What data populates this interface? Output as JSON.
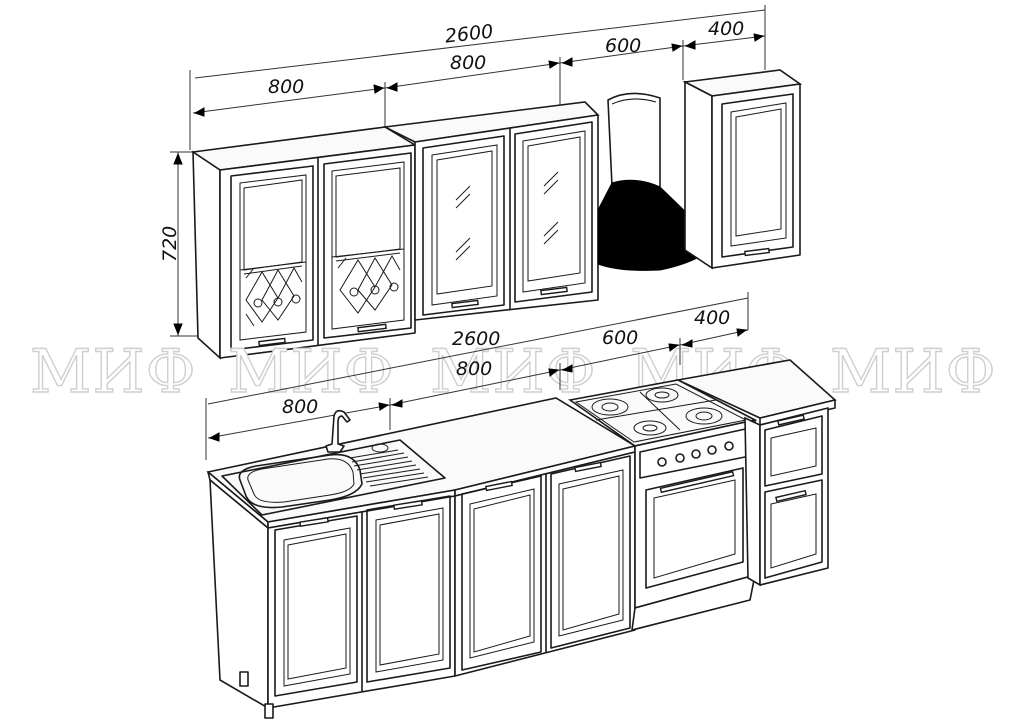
{
  "dimensions": {
    "upper_total": "2600",
    "upper_left": "800",
    "upper_mid": "800",
    "upper_hood": "600",
    "upper_right": "400",
    "upper_height": "720",
    "lower_total": "2600",
    "lower_left": "800",
    "lower_mid": "800",
    "lower_stove": "600",
    "lower_right": "400"
  },
  "watermark": {
    "text_1": "МИФ",
    "text_2": "МИФ",
    "text_3": "МИФ",
    "text_4": "МИФ",
    "text_5": "МИФ"
  },
  "colors": {
    "line": "#1a1a1a",
    "hood": "#000000",
    "background": "#ffffff",
    "watermark": "#cfcfcf"
  }
}
